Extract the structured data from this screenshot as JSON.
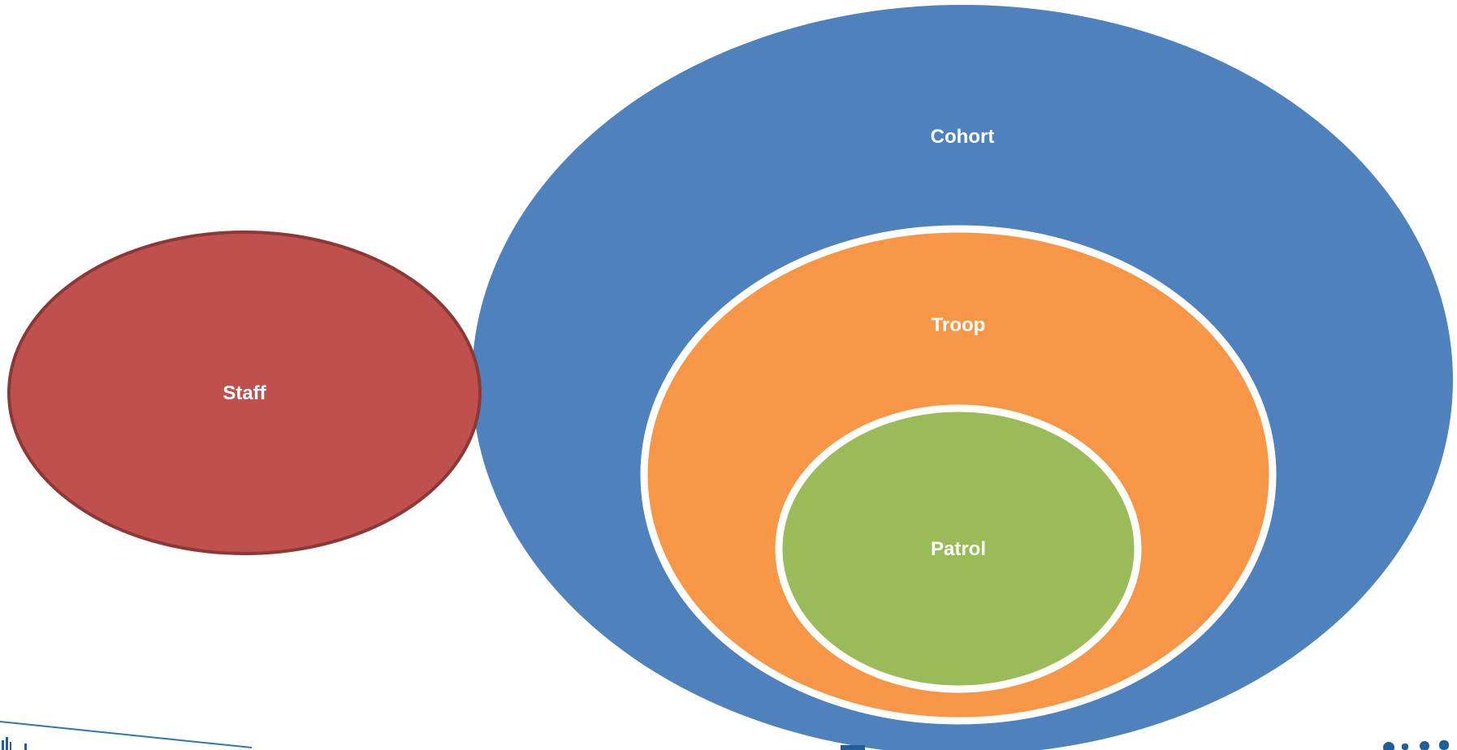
{
  "diagram": {
    "nodes": [
      {
        "id": "staff",
        "label": "Staff"
      },
      {
        "id": "cohort",
        "label": "Cohort"
      },
      {
        "id": "troop",
        "label": "Troop",
        "parent": "cohort"
      },
      {
        "id": "patrol",
        "label": "Patrol",
        "parent": "troop"
      }
    ]
  },
  "colors": {
    "staff_fill": "#C0504D",
    "staff_stroke": "#8C3836",
    "cohort_fill": "#4F81BD",
    "troop_fill": "#F79646",
    "patrol_fill": "#9BBB59",
    "label_text": "#FFFFFF",
    "footer_line": "#2E75B6",
    "footer_marks": "#1F5E96"
  }
}
